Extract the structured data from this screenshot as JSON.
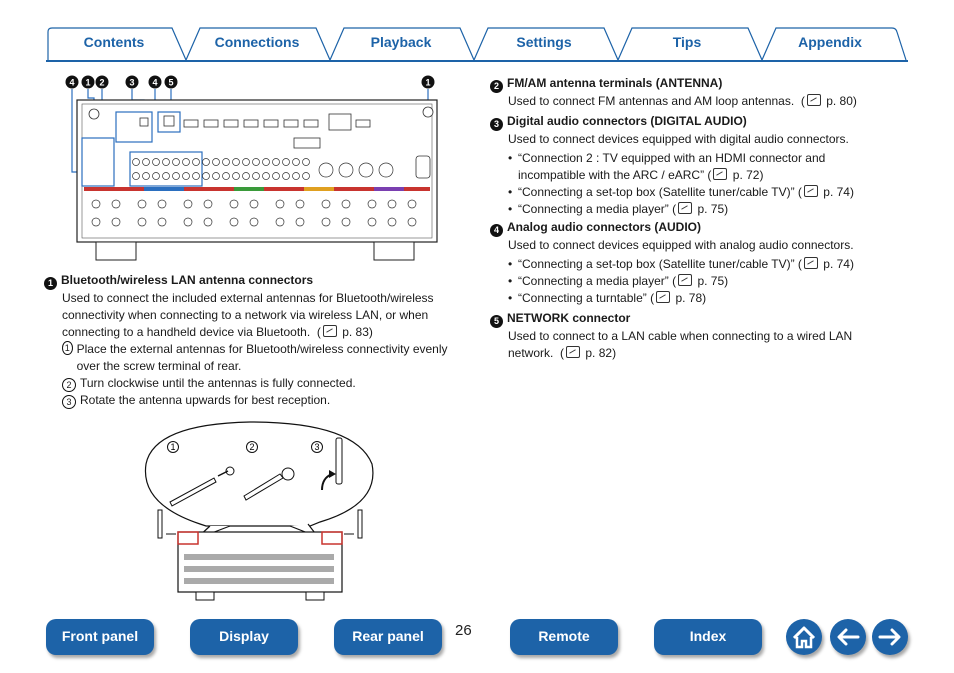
{
  "tabs": [
    "Contents",
    "Connections",
    "Playback",
    "Settings",
    "Tips",
    "Appendix"
  ],
  "diagram_top": {
    "callouts": [
      "4",
      "1",
      "2",
      "3",
      "4",
      "5",
      "1"
    ]
  },
  "sec1": {
    "num": "1",
    "title": "Bluetooth/wireless LAN antenna connectors",
    "body": "Used to connect the included external antennas for Bluetooth/wireless connectivity when connecting to a network via wireless LAN, or when connecting to a handheld device via Bluetooth.",
    "ref": "p. 83",
    "steps": [
      {
        "n": "1",
        "text": "Place the external antennas for Bluetooth/wireless connectivity evenly over the screw terminal of rear."
      },
      {
        "n": "2",
        "text": "Turn clockwise until the antennas is fully connected."
      },
      {
        "n": "3",
        "text": "Rotate the antenna upwards for best reception."
      }
    ]
  },
  "diagram_bottom": {
    "step_labels": [
      "1",
      "2",
      "3"
    ]
  },
  "sec2": {
    "num": "2",
    "title": "FM/AM antenna terminals (ANTENNA)",
    "body": "Used to connect FM antennas and AM loop antennas.",
    "ref": "p. 80"
  },
  "sec3": {
    "num": "3",
    "title": "Digital audio connectors (DIGITAL AUDIO)",
    "body": "Used to connect devices equipped with digital audio connectors.",
    "bullets": [
      {
        "text": "“Connection 2 : TV equipped with an HDMI connector and incompatible with the ARC / eARC”",
        "ref": "p. 72"
      },
      {
        "text": "“Connecting a set-top box (Satellite tuner/cable TV)”",
        "ref": "p. 74"
      },
      {
        "text": "“Connecting a media player”",
        "ref": "p. 75"
      }
    ]
  },
  "sec4": {
    "num": "4",
    "title": "Analog audio connectors (AUDIO)",
    "body": "Used to connect devices equipped with analog audio connectors.",
    "bullets": [
      {
        "text": "“Connecting a set-top box (Satellite tuner/cable TV)”",
        "ref": "p. 74"
      },
      {
        "text": "“Connecting a media player”",
        "ref": "p. 75"
      },
      {
        "text": "“Connecting a turntable”",
        "ref": "p. 78"
      }
    ]
  },
  "sec5": {
    "num": "5",
    "title": "NETWORK connector",
    "body": "Used to connect to a LAN cable when connecting to a wired LAN network.",
    "ref": "p. 82"
  },
  "footer": {
    "buttons": [
      "Front panel",
      "Display",
      "Rear panel",
      "Remote",
      "Index"
    ],
    "page": "26",
    "icons": [
      "home-icon",
      "arrow-left-icon",
      "arrow-right-icon"
    ]
  },
  "colors": {
    "accent": "#1d63a8"
  }
}
